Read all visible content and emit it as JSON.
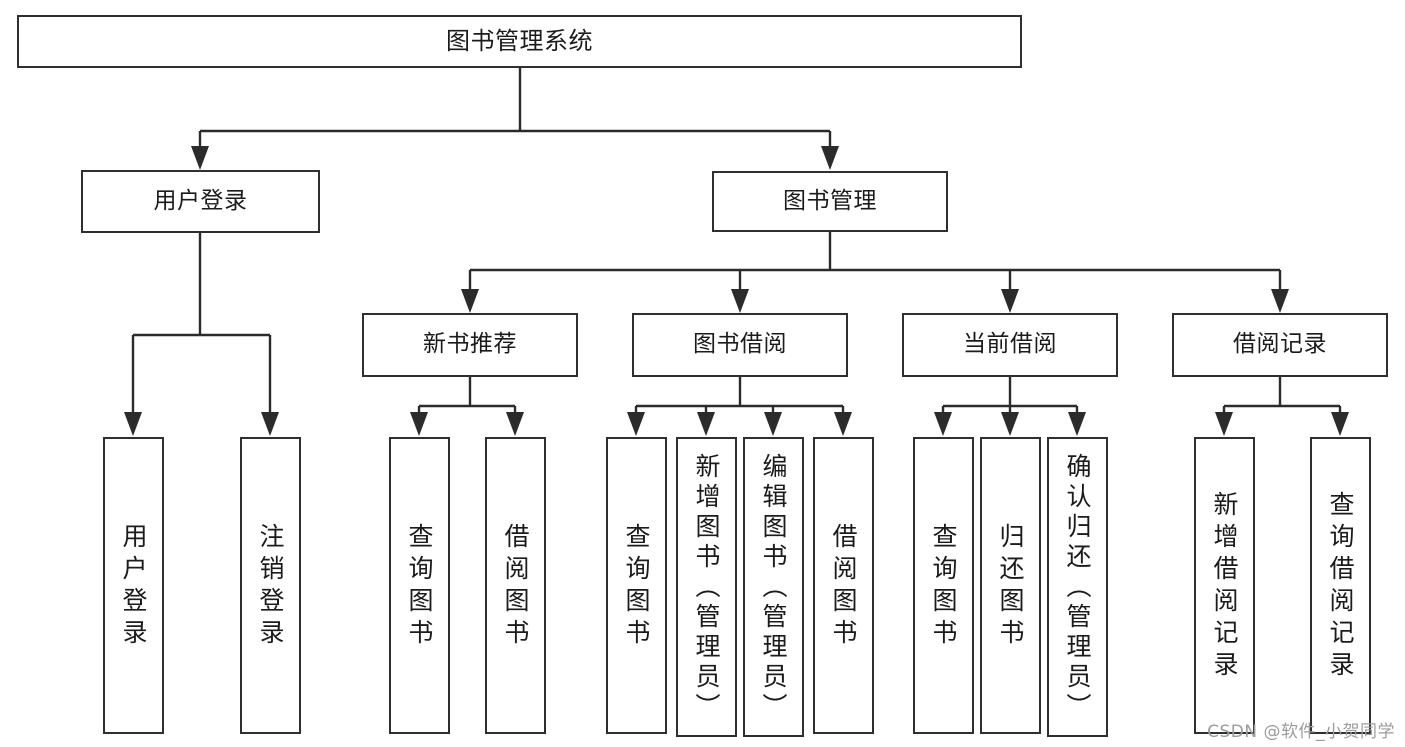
{
  "diagram": {
    "title": "图书管理系统",
    "type": "tree",
    "watermark": "CSDN @软件_小贺同学",
    "colors": {
      "box_border": "#2f2f2f",
      "connector": "#2b2b2b",
      "background": "#ffffff",
      "text": "#1b1b1b",
      "watermark": "#9c9c9c"
    },
    "root": {
      "label": "图书管理系统"
    },
    "level1": [
      {
        "label": "用户登录"
      },
      {
        "label": "图书管理"
      }
    ],
    "level2": [
      {
        "label": "新书推荐"
      },
      {
        "label": "图书借阅"
      },
      {
        "label": "当前借阅"
      },
      {
        "label": "借阅记录"
      }
    ],
    "leaves": {
      "user_login": [
        {
          "label": "用户登录"
        },
        {
          "label": "注销登录"
        }
      ],
      "new_book_recommend": [
        {
          "label": "查询图书"
        },
        {
          "label": "借阅图书"
        }
      ],
      "book_borrow": [
        {
          "label": "查询图书"
        },
        {
          "label": "新增图书（管理员）"
        },
        {
          "label": "编辑图书（管理员）"
        },
        {
          "label": "借阅图书"
        }
      ],
      "current_borrow": [
        {
          "label": "查询图书"
        },
        {
          "label": "归还图书"
        },
        {
          "label": "确认归还（管理员）"
        }
      ],
      "borrow_record": [
        {
          "label": "新增借阅记录"
        },
        {
          "label": "查询借阅记录"
        }
      ]
    }
  }
}
